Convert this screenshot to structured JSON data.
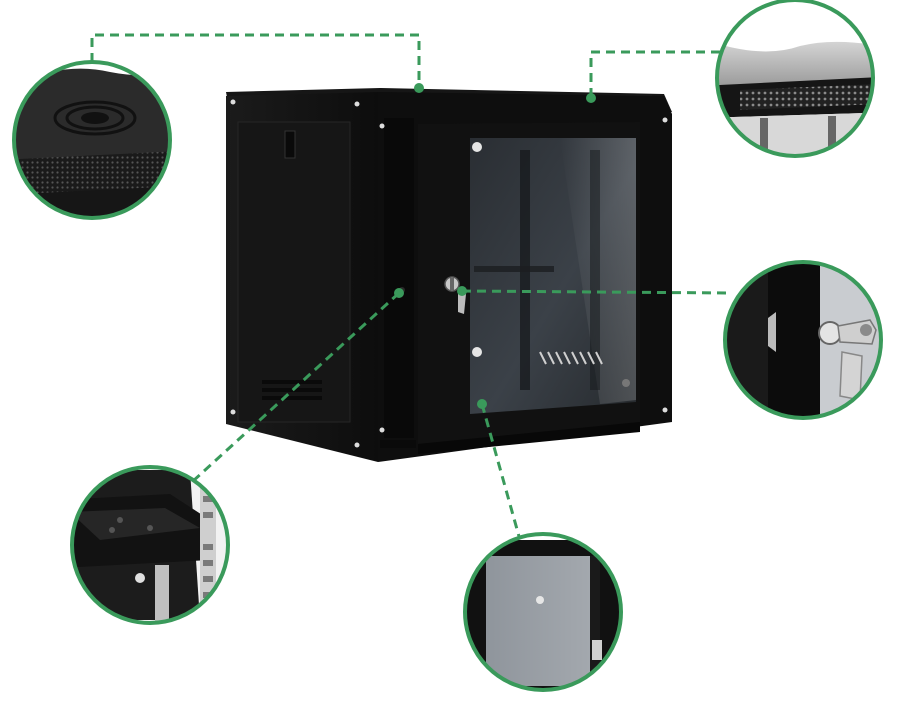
{
  "product": {
    "kind": "wall-mount network cabinet",
    "body_color": "#121212",
    "glass_tint": "#3a4046"
  },
  "callouts": {
    "line_color": "#3a9a5b",
    "ring_color": "#3a9a5b",
    "style": "dashed",
    "items": [
      {
        "id": "top-fan-vent",
        "icon": "fan-vent-detail-icon"
      },
      {
        "id": "top-mesh-vent",
        "icon": "mesh-vent-detail-icon"
      },
      {
        "id": "door-lock-key",
        "icon": "door-lock-key-detail-icon"
      },
      {
        "id": "side-shelf",
        "icon": "shelf-rail-detail-icon"
      },
      {
        "id": "glass-door",
        "icon": "glass-door-detail-icon"
      }
    ]
  }
}
